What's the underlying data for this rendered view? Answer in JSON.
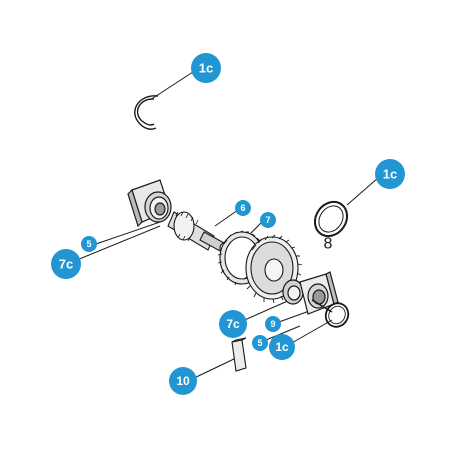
{
  "diagram": {
    "accent_color": "#2196d3",
    "line_color": "#1a1a1a",
    "callouts": {
      "c1c_top": "1c",
      "c1c_right": "1c",
      "c6": "6",
      "c7": "7",
      "c5_left": "5",
      "c7c_left": "7c",
      "c7c_bottom": "7c",
      "c9": "9",
      "c5_bottom": "5",
      "c1c_bottom": "1c",
      "c10": "10"
    },
    "plain_labels": {
      "p8": "8"
    },
    "parts": [
      "circlip-top",
      "o-ring-right",
      "bearing-plate-left",
      "pinion-shaft",
      "spur-gear",
      "bearing-plate-right",
      "o-ring-small",
      "key"
    ]
  }
}
